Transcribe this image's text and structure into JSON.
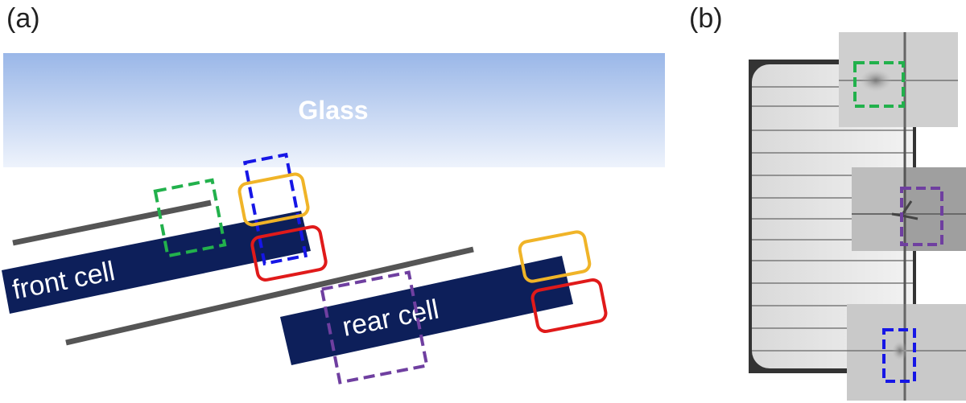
{
  "panels": {
    "a": {
      "label": "(a)"
    },
    "b": {
      "label": "(b)"
    }
  },
  "diagram": {
    "glass_label": "Glass",
    "front_cell_label": "front cell",
    "rear_cell_label": "rear cell"
  },
  "colors": {
    "glass_top": "#9ab7e8",
    "glass_bottom": "#eef3fc",
    "glass_text": "#ffffff",
    "cell": "#0d1f5a",
    "cell_text": "#ffffff",
    "ribbon": "#555555",
    "box_green": "#22b14c",
    "box_blue": "#1616e6",
    "box_orange": "#f0b428",
    "box_red": "#e01a1a",
    "box_purple": "#6f3fa0"
  }
}
